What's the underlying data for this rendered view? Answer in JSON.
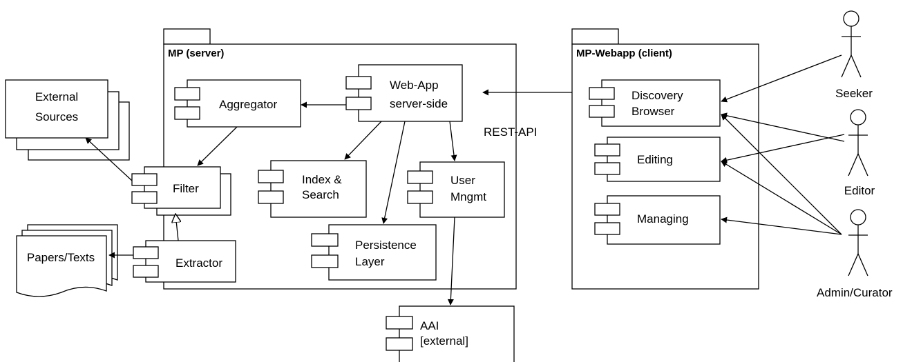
{
  "packages": {
    "server": {
      "label": "MP (server)"
    },
    "client": {
      "label": "MP-Webapp (client)"
    }
  },
  "components": {
    "aggregator": {
      "lines": [
        "Aggregator"
      ]
    },
    "webapp": {
      "lines": [
        "Web-App",
        "server-side"
      ]
    },
    "filter": {
      "lines": [
        "Filter"
      ]
    },
    "index": {
      "lines": [
        "Index &",
        "Search"
      ]
    },
    "usermgmt": {
      "lines": [
        "User",
        "Mngmt"
      ]
    },
    "persistence": {
      "lines": [
        "Persistence",
        "Layer"
      ]
    },
    "extractor": {
      "lines": [
        "Extractor"
      ]
    },
    "aai": {
      "lines": [
        "AAI",
        "[external]"
      ]
    },
    "discovery": {
      "lines": [
        "Discovery",
        "Browser"
      ]
    },
    "editing": {
      "lines": [
        "Editing"
      ]
    },
    "managing": {
      "lines": [
        "Managing"
      ]
    }
  },
  "external_sources": {
    "lines": [
      "External",
      "Sources"
    ]
  },
  "papers": {
    "label": "Papers/Texts"
  },
  "rest_api_label": "REST-API",
  "actors": {
    "seeker": "Seeker",
    "editor": "Editor",
    "admin": "Admin/Curator"
  }
}
